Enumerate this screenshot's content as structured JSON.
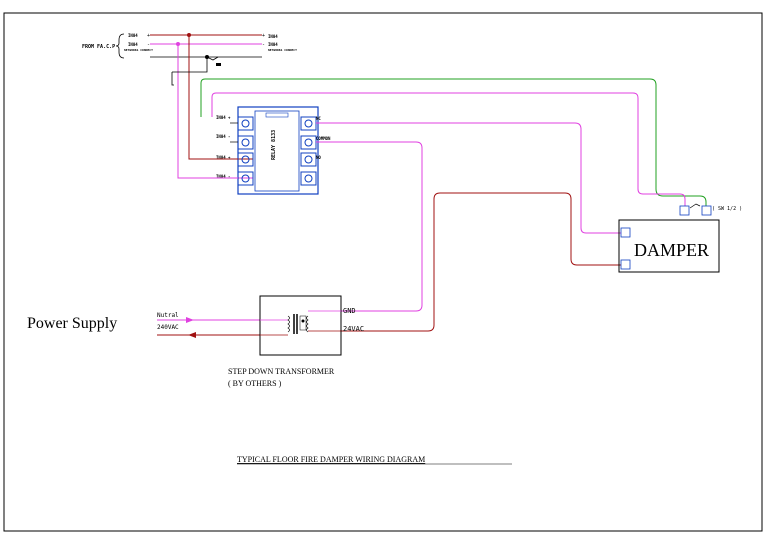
{
  "colors": {
    "magenta": "#e040e0",
    "darkred": "#a01010",
    "green": "#20a020",
    "blue": "#1040c0",
    "black": "#000000"
  },
  "top_panel": {
    "label": "FROM FA.C.P",
    "rows": [
      "IN04",
      "IN04",
      "NETWORK1 CONNECT",
      "NETWORK1 CONNECT"
    ]
  },
  "relay": {
    "title": "RELAY 8133",
    "left_terminals": [
      "IN04 +",
      "IN04 -",
      "IN04 +",
      "IN04 -"
    ],
    "right_terminals": [
      "NC",
      "COMMON",
      "NO"
    ]
  },
  "damper": {
    "label": "DAMPER",
    "switch_label": "( SW 1/2 )"
  },
  "power": {
    "label": "Power Supply",
    "neutral": "Nutral",
    "hot": "240VAC"
  },
  "transformer": {
    "gnd": "GND",
    "out": "24VAC",
    "caption_line1": "STEP DOWN TRANSFORMER",
    "caption_line2": "( BY OTHERS )"
  },
  "diagram_title": "TYPICAL FLOOR FIRE DAMPER WIRING DIAGRAM"
}
